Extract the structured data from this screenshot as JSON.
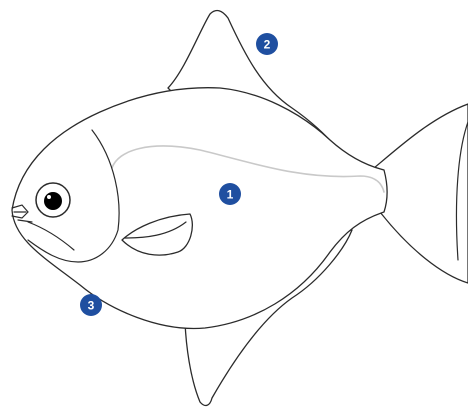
{
  "colors": {
    "outline": "#2b2b2b",
    "lateral_line": "#c9c9c9",
    "badge_fill": "#1f4fa0",
    "badge_text": "#ffffff"
  },
  "markers": [
    {
      "label": "1"
    },
    {
      "label": "2"
    },
    {
      "label": "3"
    }
  ]
}
